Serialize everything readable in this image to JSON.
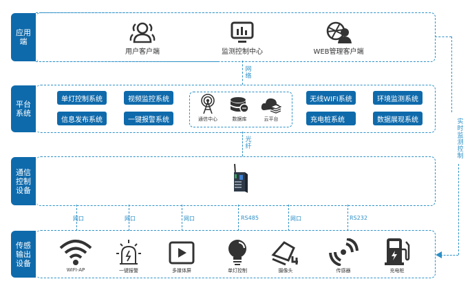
{
  "layers": {
    "application": {
      "label": "应用端",
      "items": [
        {
          "icon": "users-icon",
          "label": "用户客户端"
        },
        {
          "icon": "monitor-chart-icon",
          "label": "监测控制中心"
        },
        {
          "icon": "globe-user-icon",
          "label": "WEB管理客户端"
        }
      ]
    },
    "platform": {
      "label": "平台系统",
      "systems_left": [
        "单灯控制系统",
        "视频监控系统",
        "信息发布系统",
        "一键报警系统"
      ],
      "center": [
        {
          "icon": "signal-tower-icon",
          "label": "通信中心"
        },
        {
          "icon": "database-icon",
          "label": "数据库"
        },
        {
          "icon": "cloud-icon",
          "label": "云平台"
        }
      ],
      "systems_right": [
        "无线WIFI系统",
        "环境监测系统",
        "充电桩系统",
        "数据展现系统"
      ]
    },
    "communication": {
      "label": "通信控制设备",
      "device_icon": "router-icon"
    },
    "sensing": {
      "label": "传感输出设备",
      "items": [
        {
          "icon": "wifi-icon",
          "label": "WIFI-AP"
        },
        {
          "icon": "alarm-light-icon",
          "label": "一键报警"
        },
        {
          "icon": "media-screen-icon",
          "label": "多媒体屏"
        },
        {
          "icon": "light-bulb-icon",
          "label": "单灯控制"
        },
        {
          "icon": "camera-icon",
          "label": "摄像头"
        },
        {
          "icon": "sensor-icon",
          "label": "传感器"
        },
        {
          "icon": "ev-charger-icon",
          "label": "充电桩"
        }
      ]
    }
  },
  "connections": {
    "app_platform": "网络",
    "platform_comm": "光纤",
    "realtime": "实时监测控制",
    "comm_sensing": [
      "网口",
      "网口",
      "网口",
      "RS485",
      "网口",
      "RS232"
    ]
  },
  "colors": {
    "primary": "#0f6aab",
    "dash": "#2b8fc6",
    "icon": "#333333"
  }
}
